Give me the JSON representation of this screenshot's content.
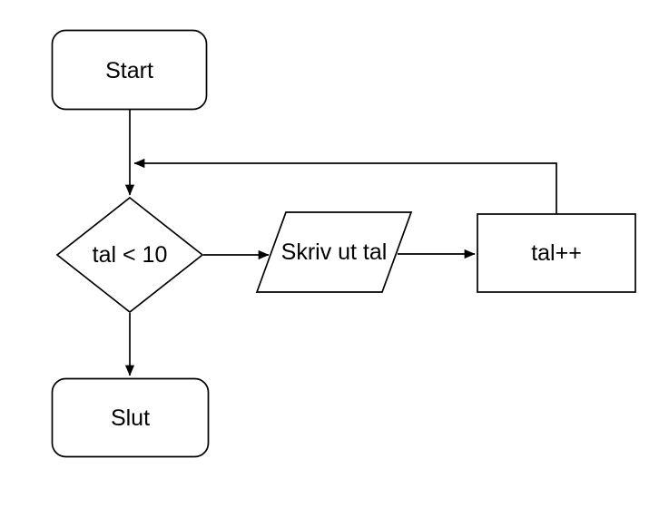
{
  "diagram": {
    "type": "flowchart",
    "colors": {
      "background": "#ffffff",
      "node_fill": "#ffffff",
      "stroke": "#000000",
      "text": "#000000"
    },
    "nodes": {
      "start": {
        "label": "Start",
        "shape": "rounded-rectangle-terminator"
      },
      "decision": {
        "label": "tal < 10",
        "shape": "diamond-decision"
      },
      "output": {
        "label": "Skriv ut tal",
        "shape": "parallelogram-input-output"
      },
      "increment": {
        "label": "tal++",
        "shape": "rectangle-process"
      },
      "end": {
        "label": "Slut",
        "shape": "rounded-rectangle-terminator"
      }
    },
    "edges": [
      {
        "from": "start",
        "to": "decision",
        "direction": "down"
      },
      {
        "from": "decision",
        "to": "output",
        "direction": "right"
      },
      {
        "from": "output",
        "to": "increment",
        "direction": "right"
      },
      {
        "from": "increment",
        "to": "decision",
        "direction": "up-then-left",
        "note": "loop back joining the start-to-decision connector"
      },
      {
        "from": "decision",
        "to": "end",
        "direction": "down"
      }
    ]
  }
}
